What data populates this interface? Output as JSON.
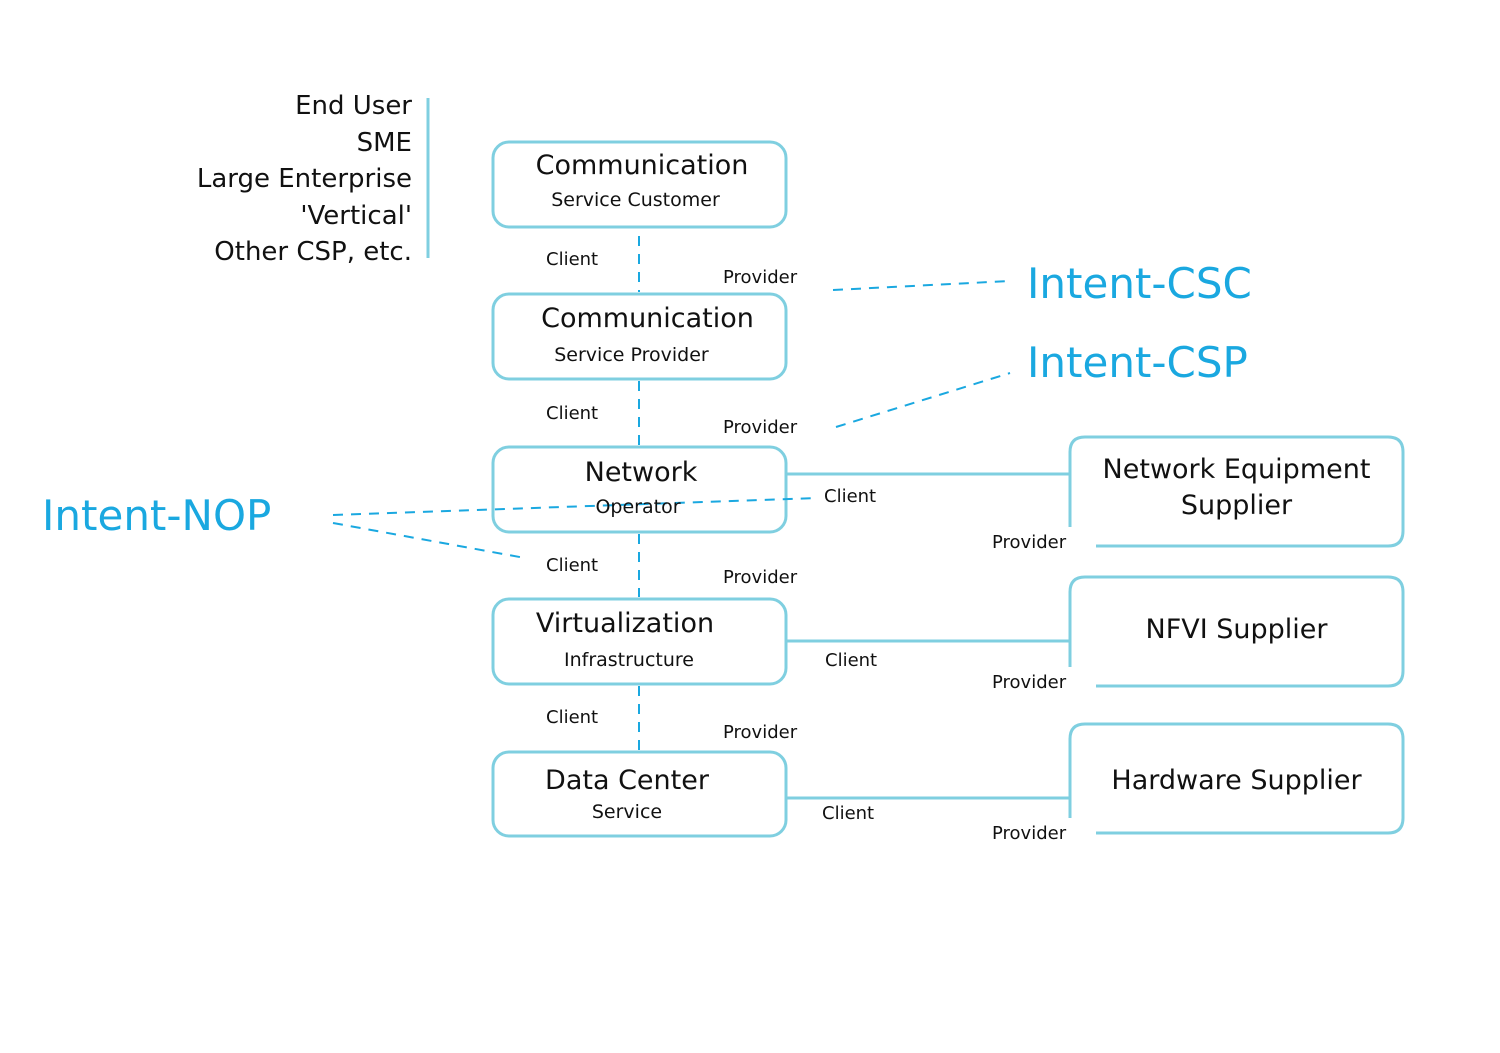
{
  "colors": {
    "box_stroke": "#7fcfe0",
    "connector": "#7fcfe0",
    "intent_accent": "#1aa8e0",
    "dashed_line": "#1aa8e0",
    "text": "#111111"
  },
  "customer_types": [
    "End User",
    "SME",
    "Large Enterprise",
    "'Vertical'",
    "Other CSP, etc."
  ],
  "stack_boxes": [
    {
      "title": "Communication",
      "subtitle": "Service Customer"
    },
    {
      "title": "Communication",
      "subtitle": "Service Provider"
    },
    {
      "title": "Network",
      "subtitle": "Operator"
    },
    {
      "title": "Virtualization",
      "subtitle": "Infrastructure"
    },
    {
      "title": "Data Center",
      "subtitle": "Service"
    }
  ],
  "suppliers": [
    {
      "title": "Network Equipment",
      "subtitle": "Supplier"
    },
    {
      "title": "NFVI Supplier",
      "subtitle": ""
    },
    {
      "title": "Hardware Supplier",
      "subtitle": ""
    }
  ],
  "roles": {
    "client": "Client",
    "provider": "Provider"
  },
  "intents": {
    "csc": "Intent-CSC",
    "csp": "Intent-CSP",
    "nop": "Intent-NOP"
  }
}
